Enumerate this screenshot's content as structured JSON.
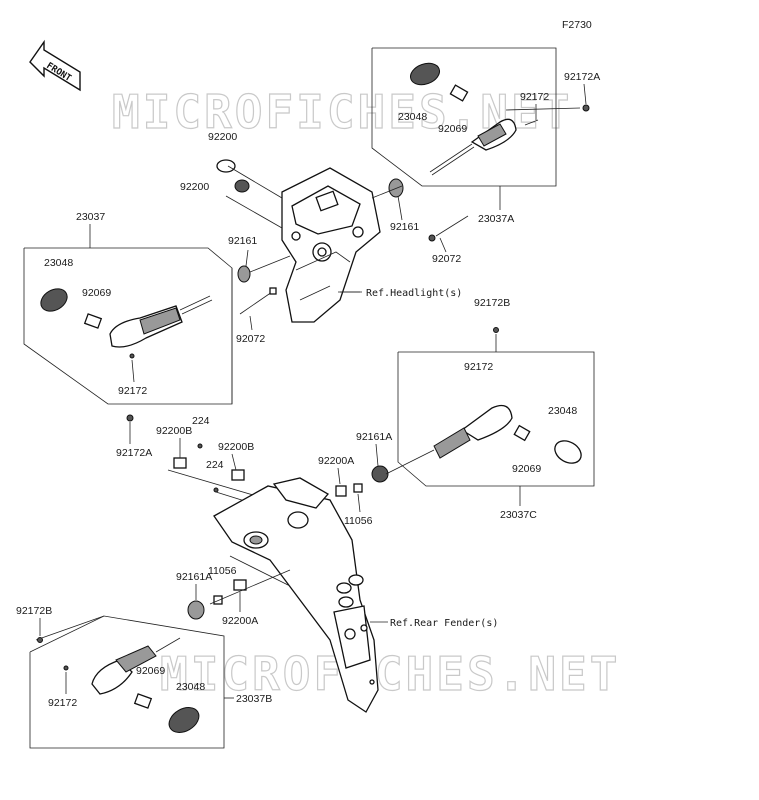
{
  "figure_code": "F2730",
  "front_badge": "FRONT",
  "watermark": "MICROFICHES.NET",
  "references": {
    "headlight": "Ref.Headlight(s)",
    "rear_fender": "Ref.Rear Fender(s)"
  },
  "labels": {
    "p92172A_top": "92172A",
    "p23048_rf": "23048",
    "p92172_rf": "92172",
    "p92069_rf": "92069",
    "p23037A": "23037A",
    "p92161_r": "92161",
    "p92072_r": "92072",
    "p92200_a": "92200",
    "p92200_b": "92200",
    "p92161_l": "92161",
    "p92072_l": "92072",
    "p23037": "23037",
    "p23048_lf": "23048",
    "p92069_lf": "92069",
    "p92172_lf": "92172",
    "p92172A_bot": "92172A",
    "p92172B_r": "92172B",
    "p92172_rr": "92172",
    "p23048_rr": "23048",
    "p92161A_r": "92161A",
    "p92069_rr": "92069",
    "p23037C": "23037C",
    "p92200A_r": "92200A",
    "p11056_r": "11056",
    "p92200B_a": "92200B",
    "p224_a": "224",
    "p92200B_b": "92200B",
    "p224_b": "224",
    "p92161A_l": "92161A",
    "p11056_l": "11056",
    "p92200A_l": "92200A",
    "p92172B_l": "92172B",
    "p92069_lr": "92069",
    "p92172_lr": "92172",
    "p23048_lr": "23048",
    "p23037B": "23037B"
  }
}
